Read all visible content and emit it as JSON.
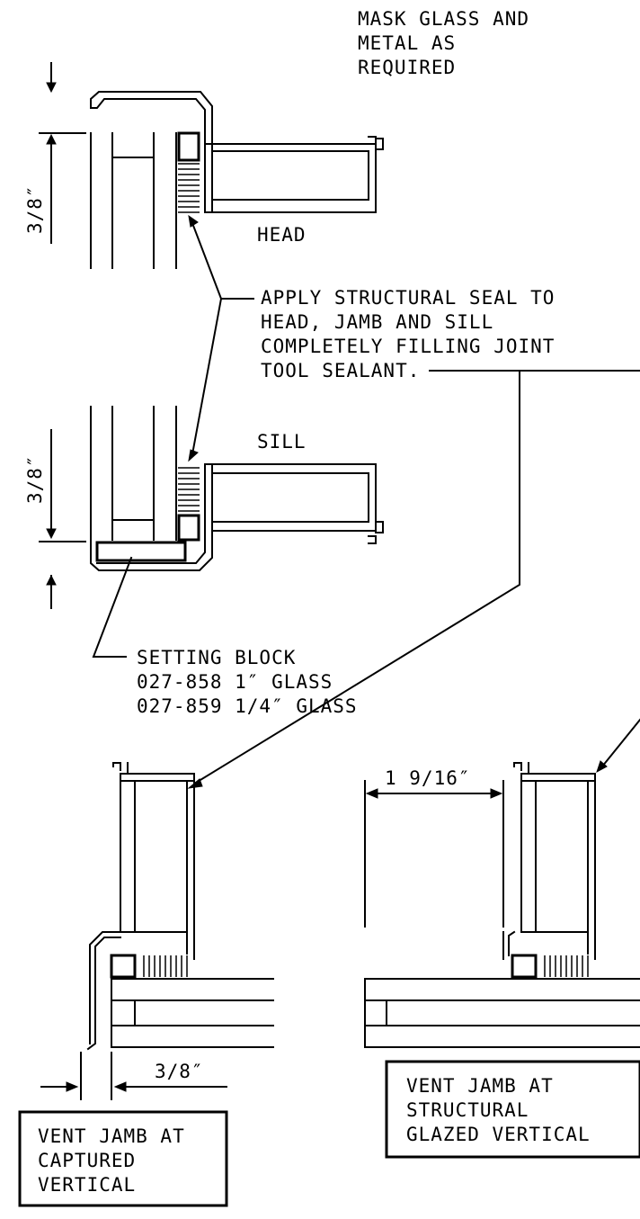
{
  "notes": {
    "mask": [
      "MASK GLASS AND",
      "METAL AS",
      "REQUIRED"
    ],
    "head_label": "HEAD",
    "sill_label": "SILL",
    "seal": [
      "APPLY STRUCTURAL SEAL TO",
      "HEAD, JAMB AND SILL",
      "COMPLETELY FILLING JOINT",
      "TOOL SEALANT."
    ],
    "setting_block": [
      "SETTING BLOCK",
      "027-858 1″ GLASS",
      "027-859 1/4″ GLASS"
    ]
  },
  "dimensions": {
    "head": "3/8″",
    "sill": "3/8″",
    "captured": "3/8″",
    "structural": "1 9/16″"
  },
  "boxes": {
    "captured": [
      "VENT JAMB AT",
      "CAPTURED",
      "VERTICAL"
    ],
    "structural": [
      "VENT JAMB AT",
      "STRUCTURAL",
      "GLAZED VERTICAL"
    ]
  }
}
